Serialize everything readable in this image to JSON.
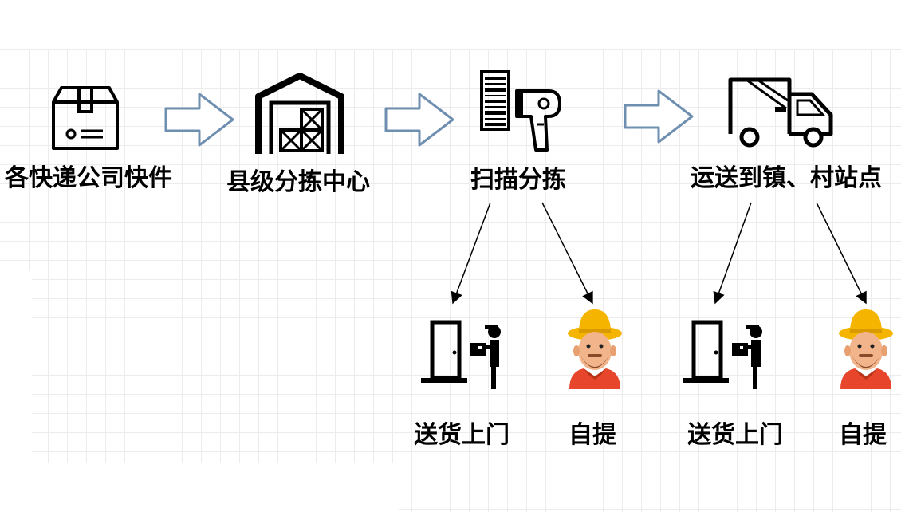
{
  "nodes": {
    "courier_packages": "各快递公司快件",
    "county_sorting_center": "县级分拣中心",
    "scan_sorting": "扫描分拣",
    "deliver_to_stations": "运送到镇、村站点"
  },
  "branches": {
    "left_door_delivery": "送货上门",
    "left_self_pickup": "自提",
    "right_door_delivery": "送货上门",
    "right_self_pickup": "自提"
  },
  "colors": {
    "flow_arrow_stroke": "#6f8fb0",
    "icon": "#000000",
    "farmer_hat": "#f5b400",
    "farmer_face": "#f2b48a",
    "farmer_shirt": "#e8462c",
    "grid": "#ececec"
  },
  "icons": [
    "package-box-icon",
    "warehouse-icon",
    "barcode-scanner-icon",
    "delivery-truck-icon",
    "door-delivery-icon",
    "farmer-icon"
  ]
}
